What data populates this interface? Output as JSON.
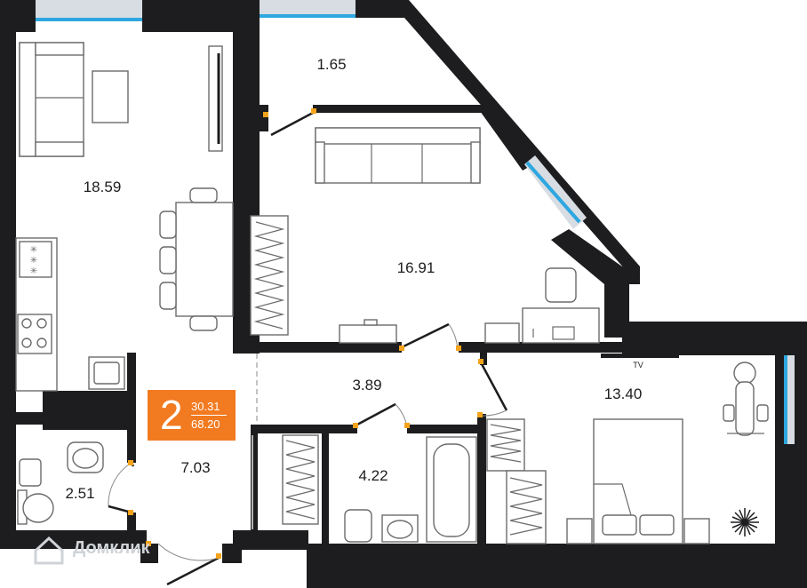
{
  "rooms": {
    "kitchen_living": "18.59",
    "balcony": "1.65",
    "living_room": "16.91",
    "hall": "3.89",
    "bedroom": "13.40",
    "entrance": "7.03",
    "bathroom": "4.22",
    "toilet": "2.51"
  },
  "tv_label": "TV",
  "badge": {
    "rooms_count": "2",
    "living_area": "30.31",
    "total_area": "68.20",
    "color": "#f27a21"
  },
  "watermark": "Домклик",
  "colors": {
    "walls": "#1d1d1f",
    "windows": "#2ea7e0",
    "door_hinges": "#f5a31a"
  }
}
